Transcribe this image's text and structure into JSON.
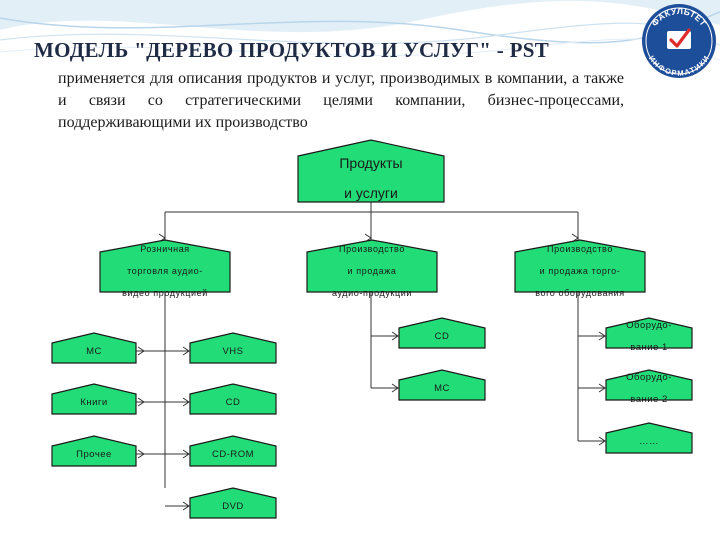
{
  "header": {
    "title": "МОДЕЛЬ \"ДЕРЕВО ПРОДУКТОВ И УСЛУГ\" - PST",
    "description": "применяется для описания продуктов и услуг, производимых в компании, а также и связи со стратегическими целями компании, бизнес-процессами, поддерживающими их производство"
  },
  "logo": {
    "text_top": "ФАКУЛЬТЕТ",
    "text_bottom": "ИНФОРМАТИКИ",
    "icon": "checkmark-screen-icon"
  },
  "colors": {
    "node_fill": "#22dd77",
    "node_border": "#1a1a1a",
    "connector": "#333333",
    "title": "#1f2a44"
  },
  "tree": {
    "root": "Продукты\nи услуги",
    "branches": [
      {
        "label": "Розничная\nторговля аудио-\nвидео продукцией",
        "children": [
          "МС",
          "VHS",
          "Книги",
          "CD",
          "Прочее",
          "CD-ROM",
          "DVD"
        ]
      },
      {
        "label": "Производство\nи продажа\nаудио-продукции",
        "children": [
          "CD",
          "МС"
        ]
      },
      {
        "label": "Производство\nи продажа торго-\nвого оборудования",
        "children": [
          "Оборудо-\nвание 1",
          "Оборудо-\nвание 2",
          "……"
        ]
      }
    ]
  }
}
